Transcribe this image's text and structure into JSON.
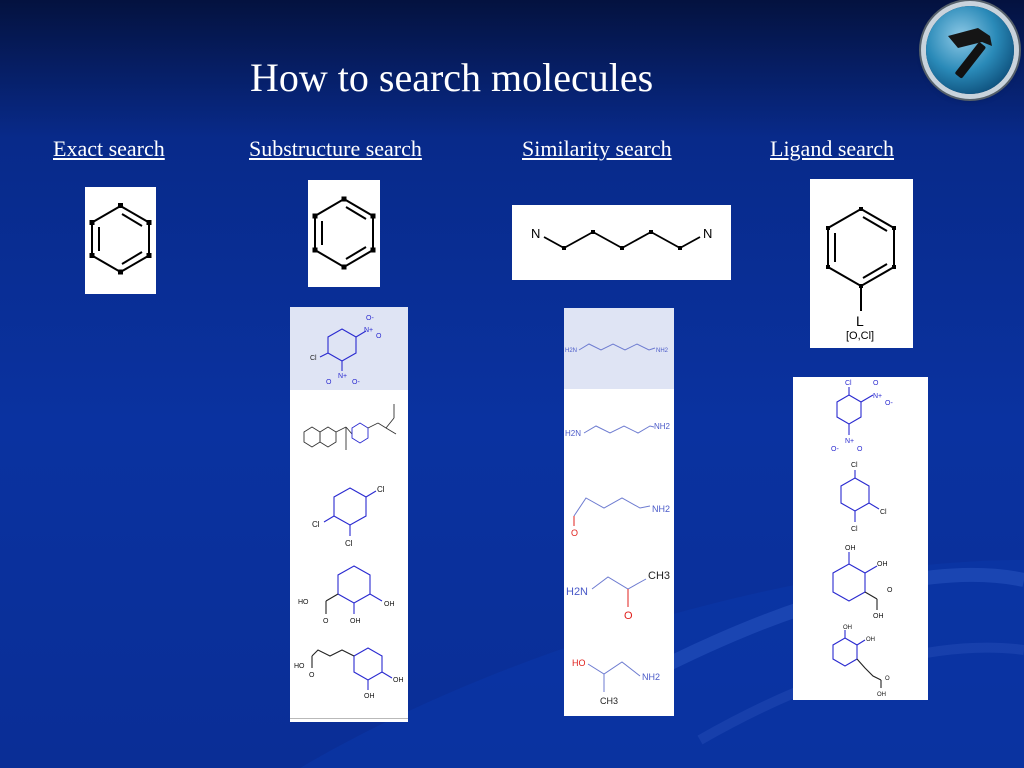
{
  "slide": {
    "title": "How to search molecules"
  },
  "columns": {
    "exact": {
      "label": "Exact search"
    },
    "substructure": {
      "label": "Substructure search"
    },
    "similarity": {
      "label": "Similarity search"
    },
    "ligand": {
      "label": "Ligand search"
    }
  },
  "queries": {
    "similarity": {
      "atom_left": "N",
      "atom_right": "N"
    },
    "ligand": {
      "group_label": "L",
      "group_options": "[O,Cl]"
    }
  },
  "atoms": {
    "cl": "Cl",
    "o": "O",
    "oh": "OH",
    "ho": "HO",
    "nh2": "NH2",
    "h2n": "H2N",
    "n_plus": "N+",
    "o_minus": "O-",
    "ch3": "CH3"
  },
  "colors": {
    "accent_blue": "#2a2ad0",
    "oxygen_red": "#e0201c",
    "selected_row": "#dfe4f4"
  },
  "icons": {
    "tool_button": "hammer-icon"
  }
}
